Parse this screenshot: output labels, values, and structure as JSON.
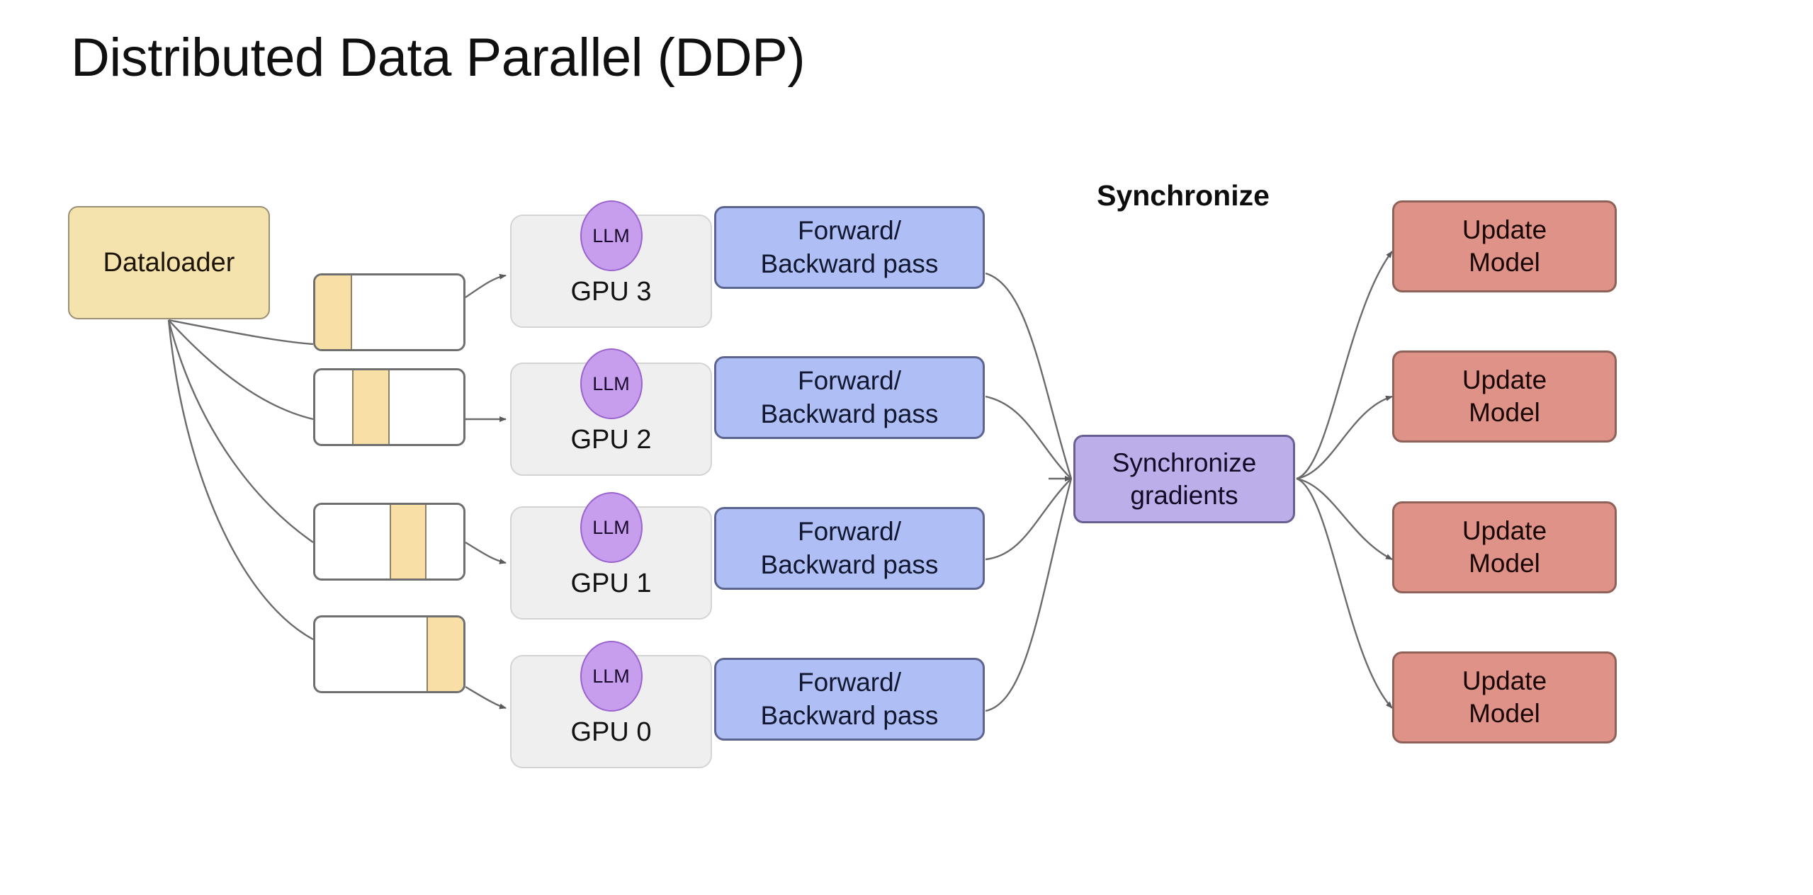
{
  "title": "Distributed Data Parallel (DDP)",
  "sync_header": "Synchronize",
  "dataloader": {
    "label": "Dataloader"
  },
  "sync_gradients": {
    "label": "Synchronize\ngradients"
  },
  "rows": [
    {
      "shard_highlight_index": 0,
      "gpu_label": "GPU 3",
      "llm_label": "LLM",
      "forward_label": "Forward/\nBackward pass",
      "update_label": "Update\nModel"
    },
    {
      "shard_highlight_index": 1,
      "gpu_label": "GPU 2",
      "llm_label": "LLM",
      "forward_label": "Forward/\nBackward pass",
      "update_label": "Update\nModel"
    },
    {
      "shard_highlight_index": 2,
      "gpu_label": "GPU 1",
      "llm_label": "LLM",
      "forward_label": "Forward/\nBackward pass",
      "update_label": "Update\nModel"
    },
    {
      "shard_highlight_index": 3,
      "gpu_label": "GPU 0",
      "llm_label": "LLM",
      "forward_label": "Forward/\nBackward pass",
      "update_label": "Update\nModel"
    }
  ],
  "colors": {
    "background": "#ffffff",
    "dataloader_fill": "#F5E3AE",
    "dataloader_stroke": "#9a8f77",
    "shard_fill": "#ffffff",
    "shard_stroke": "#6f6f6f",
    "shard_highlight": "#F7DFA5",
    "gpu_fill": "#EFEFEF",
    "gpu_stroke": "#d4d4d4",
    "llm_fill": "#C79DEE",
    "llm_stroke": "#9a63cd",
    "forward_fill": "#AFBEF5",
    "forward_stroke": "#5c6590",
    "sync_fill": "#BCAEE8",
    "sync_stroke": "#6a5f93",
    "update_fill": "#DF9288",
    "update_stroke": "#8e6259",
    "edge_stroke": "#6b6b6b",
    "text": "#101010"
  }
}
